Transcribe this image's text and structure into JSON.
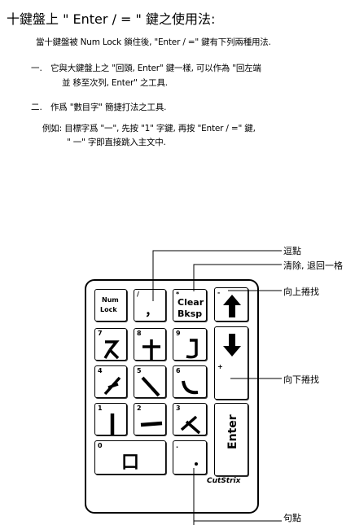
{
  "title": "十鍵盤上 \" Enter / = \" 鍵之使用法:",
  "intro": "當十鍵盤被 Num Lock 鎖住後, \"Enter / =\" 鍵有下列兩種用法.",
  "item1": {
    "num": "一.",
    "line1": "它與大鍵盤上之 \"回頭, Enter\" 鍵一樣, 可以作為 \"回左端",
    "line2": "並 移至次列, Enter\" 之工具."
  },
  "item2": {
    "num": "二.",
    "line1": "作爲 \"數目字\" 簡捷打法之工具.",
    "example1": "例如: 目標字爲 \"一\", 先按 \"1\" 字鍵, 再按 \"Enter / =\" 鍵,",
    "example2": "\" 一\" 字即直接跳入主文中."
  },
  "keypad": {
    "keys": {
      "numlock": {
        "line1": "Num",
        "line2": "Lock"
      },
      "slash": {
        "label": "/",
        "glyph": "，"
      },
      "star": {
        "label": "*",
        "line1": "Clear",
        "line2": "Bksp"
      },
      "minus": {
        "label": "-"
      },
      "k7": {
        "label": "7"
      },
      "k8": {
        "label": "8"
      },
      "k9": {
        "label": "9"
      },
      "plus": {
        "label": "+"
      },
      "k4": {
        "label": "4"
      },
      "k5": {
        "label": "5"
      },
      "k6": {
        "label": "6"
      },
      "k1": {
        "label": "1"
      },
      "k2": {
        "label": "2"
      },
      "k3": {
        "label": "3"
      },
      "enter": {
        "label": "Enter"
      },
      "k0": {
        "label": "0",
        "glyph": "口"
      },
      "dot": {
        "label": "."
      }
    },
    "brand": "CutStrix"
  },
  "callouts": {
    "comma": "逗點",
    "clear": "清除, 退回一格",
    "scroll_up": "向上捲找",
    "scroll_down": "向下捲找",
    "period": "句點"
  }
}
